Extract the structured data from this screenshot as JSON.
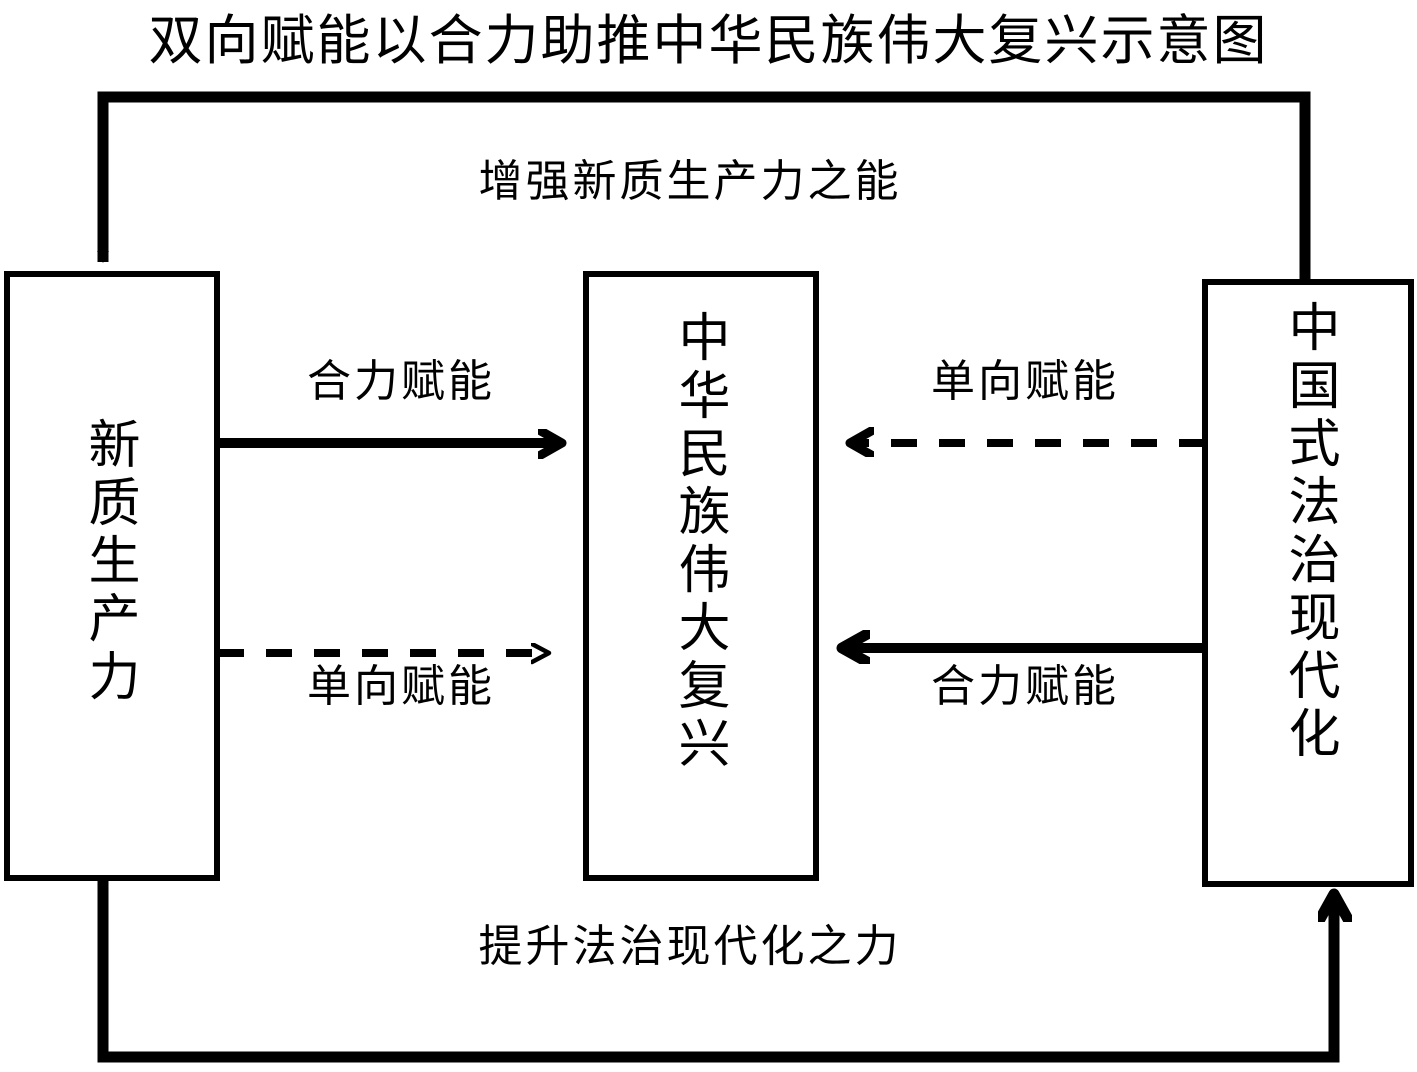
{
  "title": "双向赋能以合力助推中华民族伟大复兴示意图",
  "chart_data": {
    "type": "diagram",
    "title": "双向赋能以合力助推中华民族伟大复兴示意图",
    "diagram_kind": "flowchart",
    "nodes": [
      {
        "id": "node-left",
        "label": "新质生产力",
        "position": "left",
        "orientation": "vertical-text"
      },
      {
        "id": "node-center",
        "label": "中华民族伟大复兴",
        "position": "center",
        "orientation": "vertical-text"
      },
      {
        "id": "node-right",
        "label": "中国式法治现代化",
        "position": "right",
        "orientation": "vertical-text"
      }
    ],
    "edges": [
      {
        "id": "edge-left-upper",
        "from": "node-left",
        "to": "node-center",
        "label": "合力赋能",
        "style": "solid",
        "direction": "right"
      },
      {
        "id": "edge-left-lower",
        "from": "node-left",
        "to": "node-center",
        "label": "单向赋能",
        "style": "dashed",
        "direction": "right"
      },
      {
        "id": "edge-right-upper",
        "from": "node-right",
        "to": "node-center",
        "label": "单向赋能",
        "style": "dashed",
        "direction": "left"
      },
      {
        "id": "edge-right-lower",
        "from": "node-right",
        "to": "node-center",
        "label": "合力赋能",
        "style": "solid",
        "direction": "left"
      },
      {
        "id": "edge-top-loop",
        "from": "node-right",
        "to": "node-left",
        "label": "增强新质生产力之能",
        "style": "solid",
        "direction": "loop-top"
      },
      {
        "id": "edge-bottom-loop",
        "from": "node-left",
        "to": "node-right",
        "label": "提升法治现代化之力",
        "style": "solid",
        "direction": "loop-bottom"
      }
    ],
    "colors": {
      "stroke": "#000000",
      "background": "#ffffff",
      "text": "#000000"
    }
  },
  "nodes": {
    "left": {
      "label": "新质生产力"
    },
    "center": {
      "label": "中华民族伟大复兴"
    },
    "right": {
      "label": "中国式法治现代化"
    }
  },
  "labels": {
    "top_loop": "增强新质生产力之能",
    "bottom_loop": "提升法治现代化之力",
    "left_upper": "合力赋能",
    "left_lower": "单向赋能",
    "right_upper": "单向赋能",
    "right_lower": "合力赋能"
  }
}
